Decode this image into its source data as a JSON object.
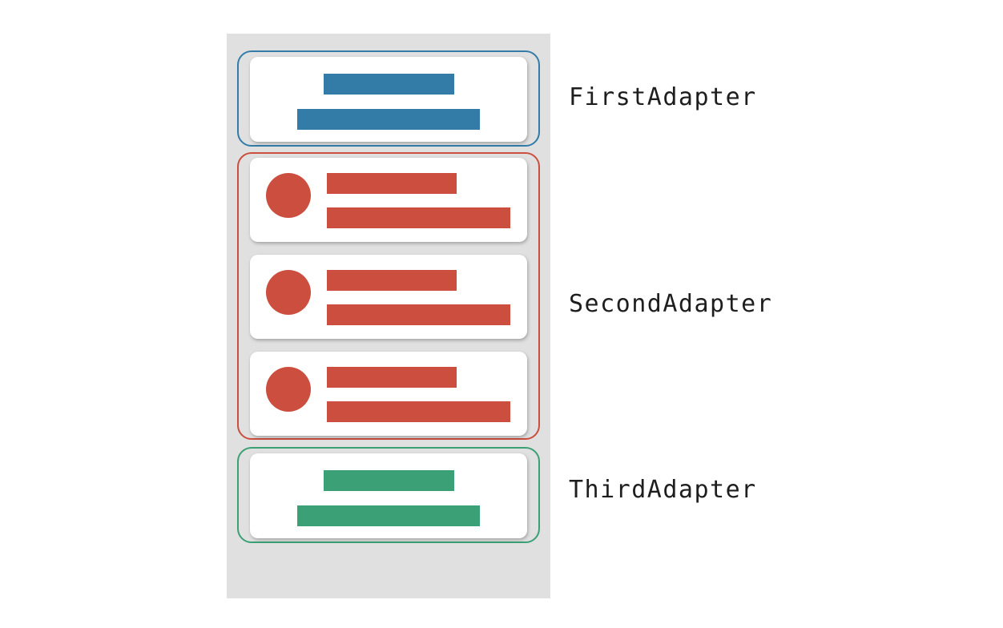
{
  "page": {
    "background": "#FFFFFF"
  },
  "list_panel": {
    "background": "#E0E0E0",
    "card_background": "#FFFFFF"
  },
  "labels": {
    "color": "#1E1E1E"
  },
  "adapters": [
    {
      "label": "FirstAdapter",
      "accent": "#337CA8",
      "item_style": "two-centered-text-lines",
      "item_count": 1
    },
    {
      "label": "SecondAdapter",
      "accent": "#CB4E3E",
      "item_style": "avatar-with-two-text-lines",
      "item_count": 3
    },
    {
      "label": "ThirdAdapter",
      "accent": "#3BA076",
      "item_style": "two-centered-text-lines",
      "item_count": 1
    }
  ]
}
